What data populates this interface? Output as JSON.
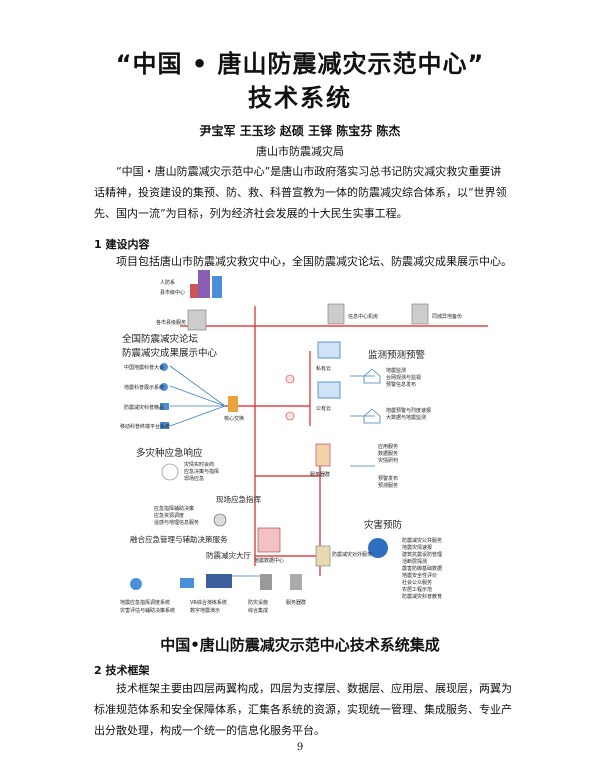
{
  "title_line1": "“中国 • 唐山防震减灾示范中心”",
  "title_line2": "技术系统",
  "authors": "尹宝军 王玉珍 赵硕 王铎 陈宝芬 陈杰",
  "affiliation": "唐山市防震减灾局",
  "intro": "“中国・唐山防震减灾示范中心”是唐山市政府落实习总书记防灾减灾救灾重要讲话精神，投资建设的集预、防、救、科普宣教为一体的防震减灾综合体系，以“世界领先、国内一流”为目标，列为经济社会发展的十大民生实事工程。",
  "section1_heading": "1 建设内容",
  "section1_text": "项目包括唐山市防震减灾救灾中心，全国防震减灾论坛、防震减灾成果展示中心。",
  "figure": {
    "caption": "中国•唐山防震减灾示范中心技术系统集成",
    "labels": {
      "top_left_1": "人防系",
      "top_left_2": "县市级中心",
      "dept_server": "各市县级服务",
      "server_room": "信息中心机房",
      "dc_bcp": "同城异地备份",
      "forum_title": "全国防震减灾论坛",
      "showcase_title": "防震减灾成果展示中心",
      "forum_items": [
        "中国地震科普大会",
        "地震科普展示系统",
        "防震减灾科普精品",
        "移动科普终端平台系统"
      ],
      "core_switch": "核心交换",
      "monitor_title": "监测预测预警",
      "monitor_items": [
        "地震监测",
        "台网观测与监视",
        "预警信息发布"
      ],
      "monitor_items2": [
        "地震预警与烈度速报",
        "大数据与地震监测"
      ],
      "cloud_1": "私有云",
      "cloud_2": "公有云",
      "emergency_title": "多灾种应急响应",
      "emergency_items": [
        "灾情实时会商",
        "应急决策与指挥",
        "现场应急"
      ],
      "command_label": "现场应急指挥",
      "command_items": [
        "应急指挥辅助决策",
        "应急资源调度",
        "遥感与地理信息服务"
      ],
      "server_group": "服务器群",
      "server_items": [
        "应用服务",
        "数据服务",
        "灾情研判",
        "预警发布",
        "预测服务"
      ],
      "prevention_title": "灾害预防",
      "prevention_items": [
        "防震减灾公共服务",
        "地震灾情速报",
        "建筑抗震设防管理",
        "活断层探测",
        "震害防御基础数据",
        "地震安全性评价",
        "社会公众服务",
        "农居工程示范",
        "防震减灾科普教育"
      ],
      "data_center": "地震数据中心",
      "hall": "防震减灾大厅",
      "bottom_left_title": "融合应急管理与辅助决策服务",
      "bottom_items": [
        "地震应急指挥调度系统",
        "灾害评估与辅助决策系统",
        "VR综合演练系统",
        "数字地震演示",
        "防灾设施",
        "综合集成",
        "服务器群"
      ],
      "bottom_right": "防震减灾对外服务"
    }
  },
  "section2_heading": "2 技术框架",
  "section2_text": "技术框架主要由四层两翼构成，四层为支撑层、数据层、应用层、展现层，两翼为标准规范体系和安全保障体系，汇集各系统的资源，实现统一管理、集成服务、专业产出分散处理，构成一个统一的信息化服务平台。",
  "page_number": "9"
}
